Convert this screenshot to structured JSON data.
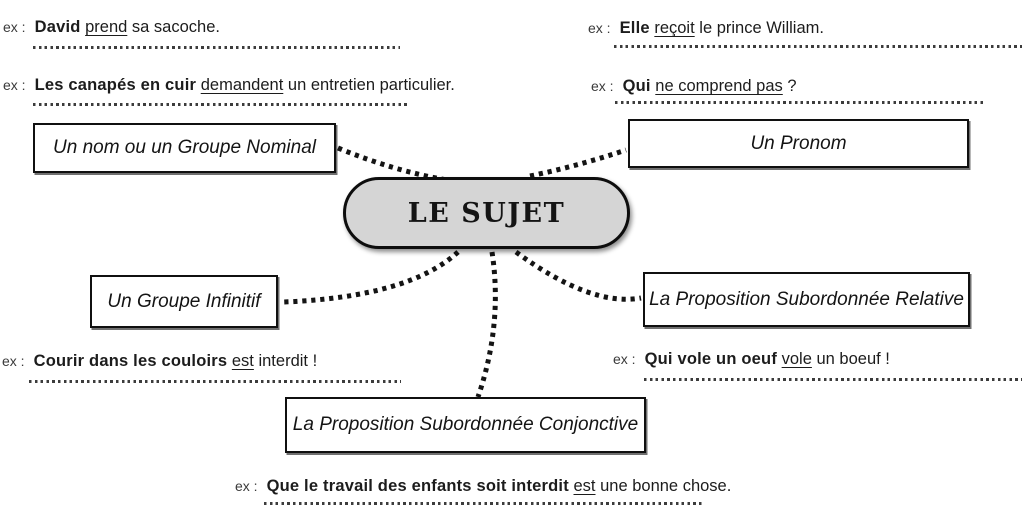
{
  "center": {
    "label": "LE SUJET"
  },
  "nodes": [
    {
      "label": "Un nom ou un Groupe Nominal"
    },
    {
      "label": "Un Pronom"
    },
    {
      "label": "Un Groupe Infinitif"
    },
    {
      "label": "La Proposition Subordonnée Relative"
    },
    {
      "label": "La Proposition Subordonnée Conjonctive"
    }
  ],
  "examples": [
    {
      "prefix": "ex :",
      "subject": "David",
      "verb": "prend",
      "rest": "sa sacoche."
    },
    {
      "prefix": "ex :",
      "subject": "Les canapés en cuir",
      "verb": "demandent",
      "rest": "un entretien particulier."
    },
    {
      "prefix": "ex :",
      "subject": "Elle",
      "verb": "reçoit",
      "rest": "le prince William."
    },
    {
      "prefix": "ex :",
      "subject": "Qui",
      "verb": "ne comprend pas",
      "rest": "?"
    },
    {
      "prefix": "ex :",
      "subject": "Courir dans les couloirs",
      "verb": "est",
      "rest": "interdit !"
    },
    {
      "prefix": "ex :",
      "subject": "Qui vole un oeuf",
      "verb": "vole",
      "rest": "un boeuf !"
    },
    {
      "prefix": "ex :",
      "subject": "Que le travail des enfants soit interdit",
      "verb": "est",
      "rest": "une bonne chose."
    }
  ],
  "colors": {
    "background": "#ffffff",
    "center_fill": "#d5d5d5",
    "line": "#141414",
    "dotted_answer_line": "#3c3c3c"
  }
}
